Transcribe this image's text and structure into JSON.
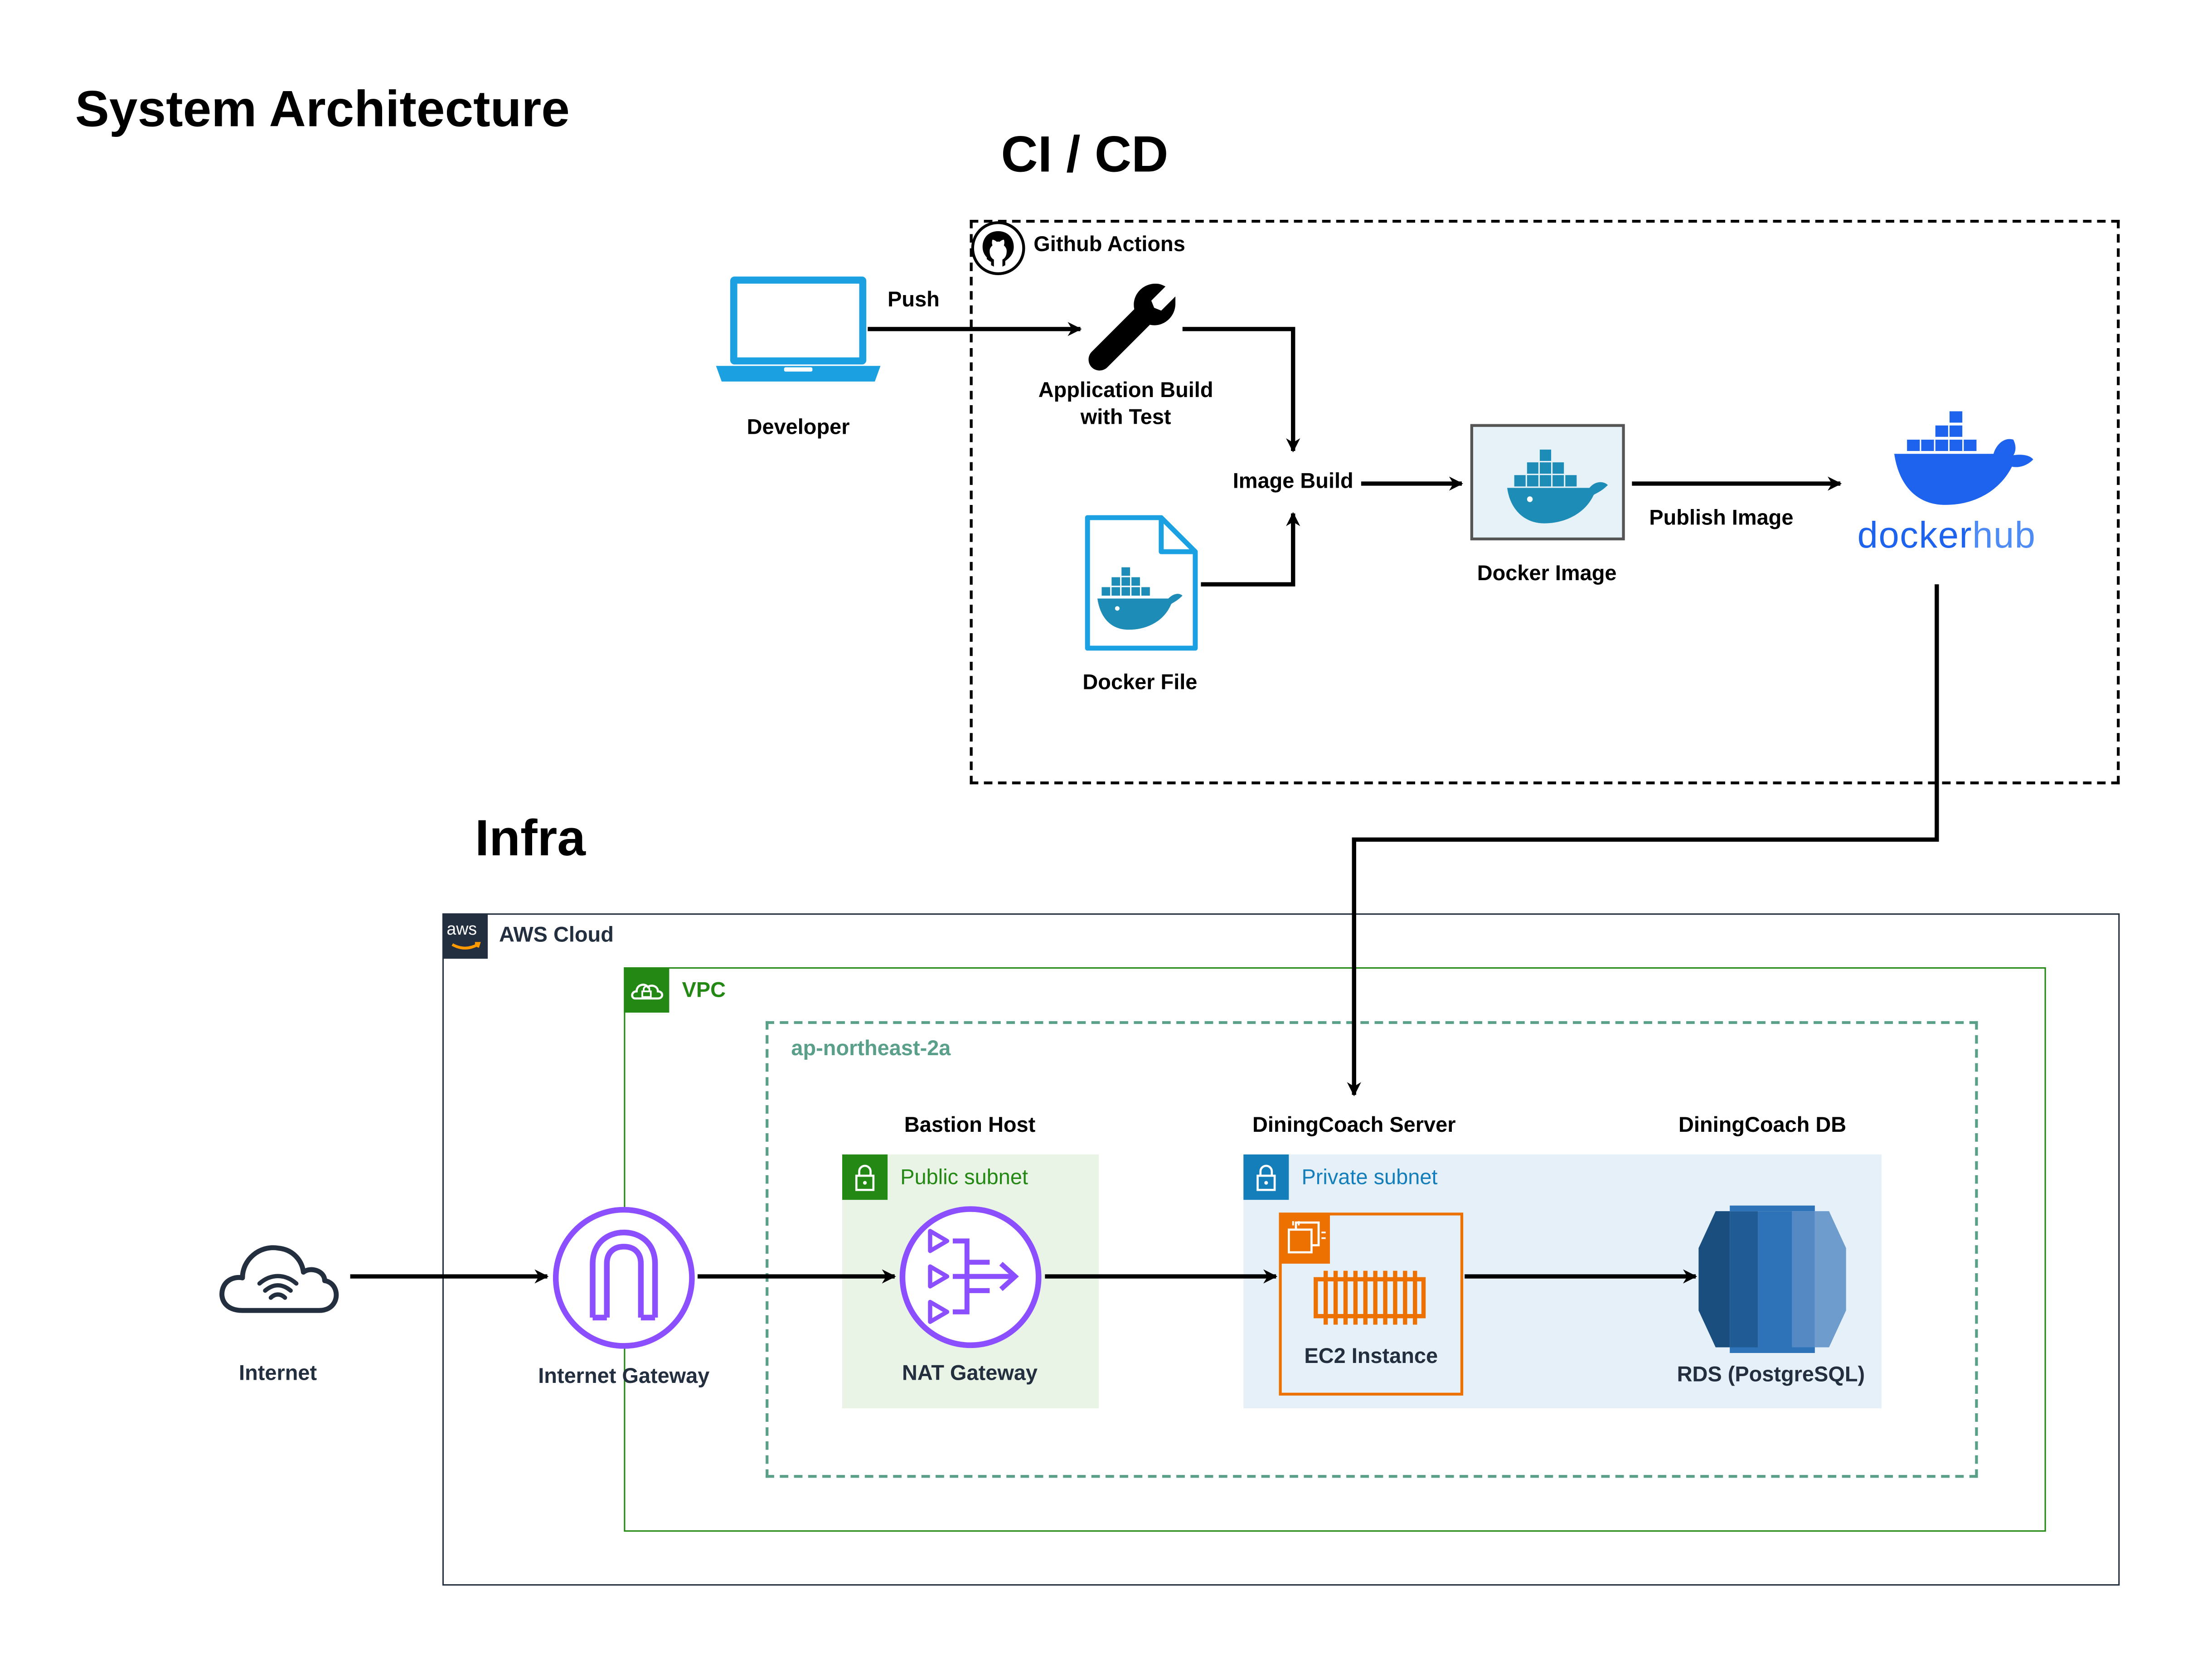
{
  "title": "System Architecture",
  "sections": {
    "cicd": "CI / CD",
    "infra": "Infra"
  },
  "cicd": {
    "group_label": "Github Actions",
    "developer": "Developer",
    "push": "Push",
    "app_build": "Application Build",
    "app_build_2": "with Test",
    "image_build": "Image Build",
    "docker_file": "Docker File",
    "docker_image": "Docker Image",
    "publish": "Publish Image",
    "dockerhub_1": "docker",
    "dockerhub_2": "hub"
  },
  "infra": {
    "aws_cloud": "AWS Cloud",
    "aws_logo": "aws",
    "vpc": "VPC",
    "az": "ap-northeast-2a",
    "bastion": "Bastion Host",
    "server": "DiningCoach Server",
    "db": "DiningCoach DB",
    "public_subnet": "Public subnet",
    "private_subnet": "Private subnet",
    "internet": "Internet",
    "igw": "Internet Gateway",
    "nat": "NAT Gateway",
    "ec2": "EC2 Instance",
    "rds": "RDS (PostgreSQL)"
  },
  "colors": {
    "aws_border": "#232f3e",
    "vpc_green": "#248814",
    "az_teal": "#5a9f8a",
    "public_bg": "#e9f3e6",
    "private_bg": "#e6f0f8",
    "private_blue": "#147eba",
    "purple": "#8c4fff",
    "ec2_orange": "#ed7100",
    "rds_blue": "#2e73b8",
    "docker_blue": "#1d63ed",
    "laptop_blue": "#1ba1e2"
  }
}
